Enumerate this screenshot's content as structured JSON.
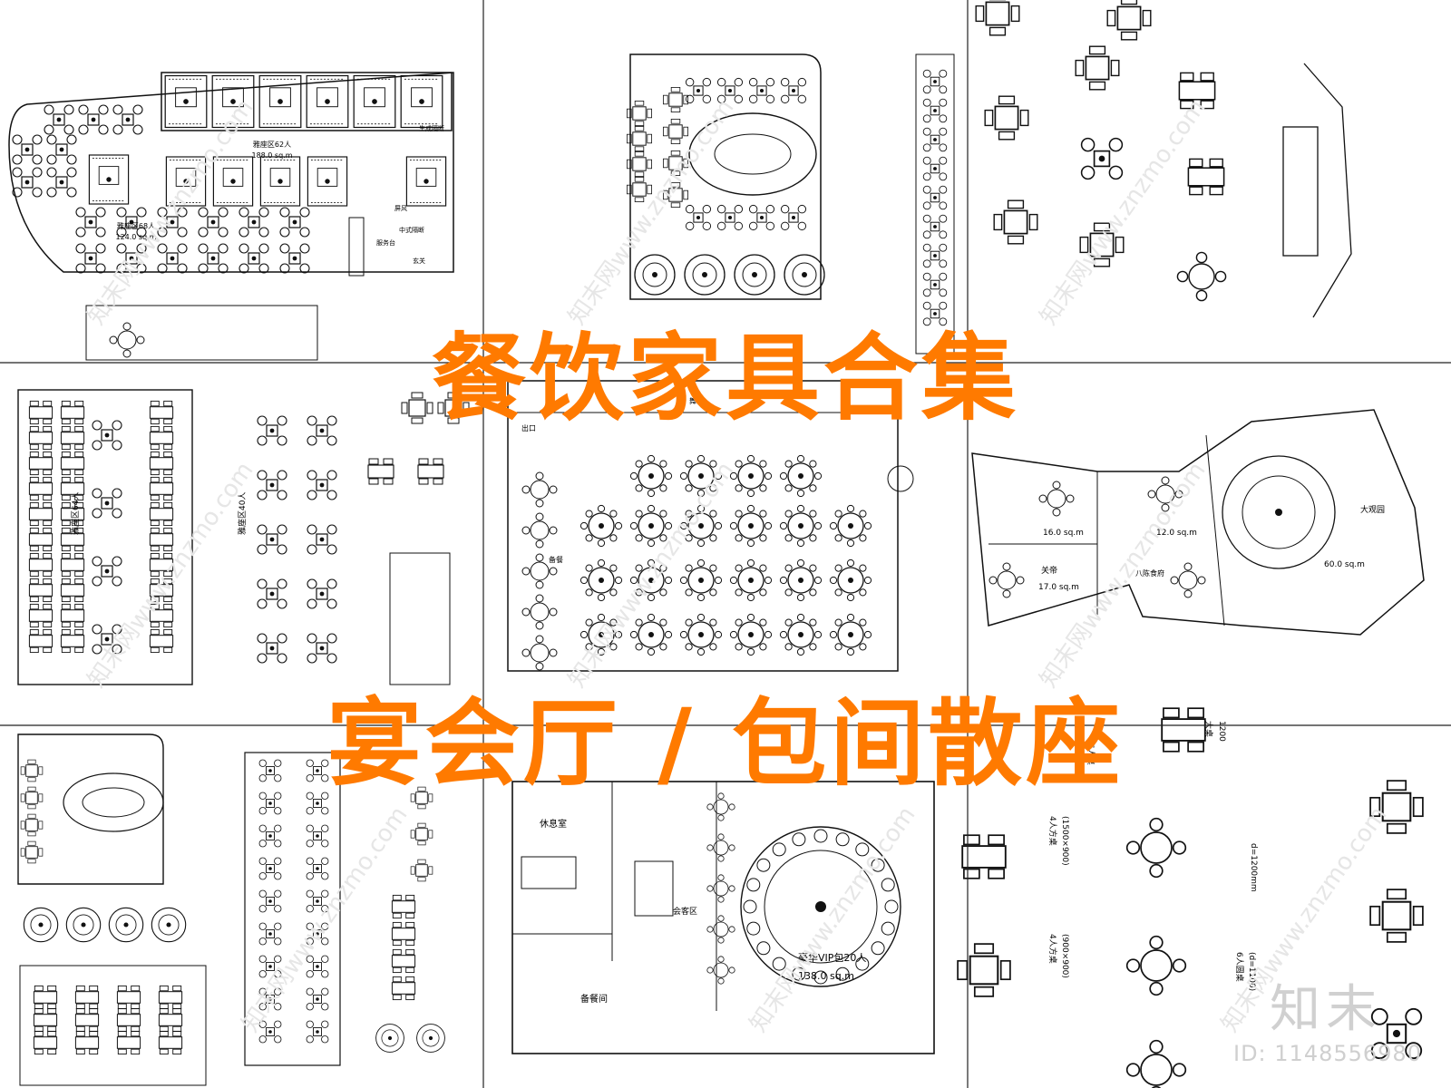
{
  "banner": {
    "title": "餐饮家具合集",
    "subtitle": "宴会厅 / 包间散座",
    "brand_color": "#ff7a00",
    "logo_text": "知末",
    "id_text": "ID: 1148556980"
  },
  "watermark": {
    "text": "知末网www.znzmo.com",
    "color": "#e6e6e6"
  },
  "panels": {
    "p1": {
      "a1": "雅座区62人",
      "a2": "188.0 sq.m",
      "b1": "雅座区68人",
      "b2": "124.0 sq.m",
      "c1": "服务台",
      "c2": "中式隔断",
      "c3": "玄关",
      "c4": "生成隔断",
      "c5": "屏风"
    },
    "p4": {
      "a1": "雅座区64人",
      "a2": "雅座区40人"
    },
    "p5": {
      "a1": "舞台",
      "a2": "出口",
      "a3": "备餐"
    },
    "p6": {
      "r1": "16.0 sq.m",
      "r2": "12.0 sq.m",
      "r3": "关帝",
      "r4": "17.0 sq.m",
      "r5": "大观园",
      "r6": "60.0 sq.m",
      "r7": "八陈食府"
    },
    "p8": {
      "a1": "休息室",
      "a2": "会客区",
      "a3": "备餐间",
      "a4": "豪华VIP包20人",
      "a5": "138.0 sq.m"
    },
    "p9": {
      "a1": "6人桌",
      "a2": "d=1200mm",
      "a3": "4人方桌",
      "a4": "(1500×900)",
      "a5": "4人方桌",
      "a6": "(900×900)",
      "a7": "6人圆桌",
      "a8": "(d=1100)",
      "a9": "大桌",
      "a10": "1200"
    }
  }
}
